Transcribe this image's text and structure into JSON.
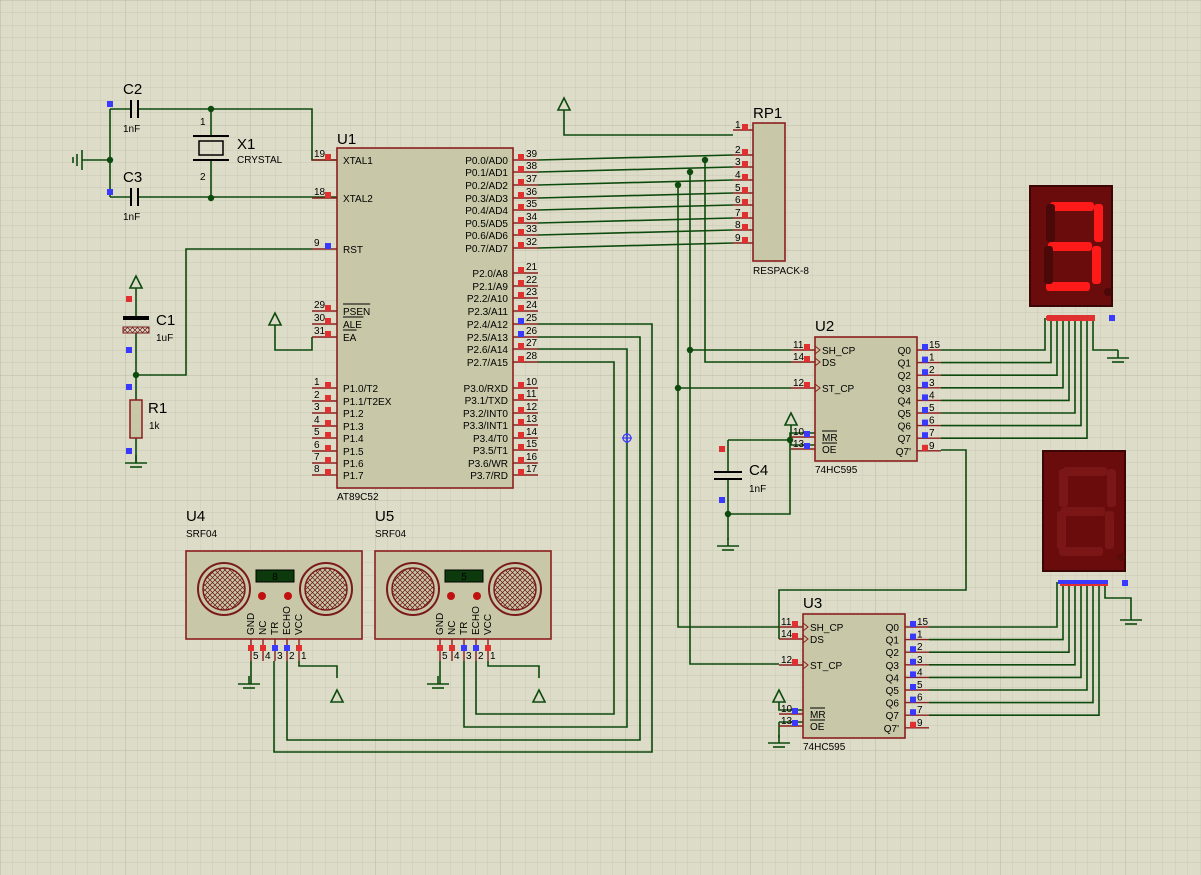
{
  "u1": {
    "ref": "U1",
    "part": "AT89C52",
    "left": [
      {
        "n": "19",
        "l": "XTAL1"
      },
      {
        "n": "18",
        "l": "XTAL2"
      },
      {
        "n": "9",
        "l": "RST"
      },
      {
        "n": "29",
        "l": "PSEN"
      },
      {
        "n": "30",
        "l": "ALE"
      },
      {
        "n": "31",
        "l": "EA"
      },
      {
        "n": "1",
        "l": "P1.0/T2"
      },
      {
        "n": "2",
        "l": "P1.1/T2EX"
      },
      {
        "n": "3",
        "l": "P1.2"
      },
      {
        "n": "4",
        "l": "P1.3"
      },
      {
        "n": "5",
        "l": "P1.4"
      },
      {
        "n": "6",
        "l": "P1.5"
      },
      {
        "n": "7",
        "l": "P1.6"
      },
      {
        "n": "8",
        "l": "P1.7"
      }
    ],
    "right": [
      {
        "n": "39",
        "l": "P0.0/AD0"
      },
      {
        "n": "38",
        "l": "P0.1/AD1"
      },
      {
        "n": "37",
        "l": "P0.2/AD2"
      },
      {
        "n": "36",
        "l": "P0.3/AD3"
      },
      {
        "n": "35",
        "l": "P0.4/AD4"
      },
      {
        "n": "34",
        "l": "P0.5/AD5"
      },
      {
        "n": "33",
        "l": "P0.6/AD6"
      },
      {
        "n": "32",
        "l": "P0.7/AD7"
      },
      {
        "n": "21",
        "l": "P2.0/A8"
      },
      {
        "n": "22",
        "l": "P2.1/A9"
      },
      {
        "n": "23",
        "l": "P2.2/A10"
      },
      {
        "n": "24",
        "l": "P2.3/A11"
      },
      {
        "n": "25",
        "l": "P2.4/A12"
      },
      {
        "n": "26",
        "l": "P2.5/A13"
      },
      {
        "n": "27",
        "l": "P2.6/A14"
      },
      {
        "n": "28",
        "l": "P2.7/A15"
      },
      {
        "n": "10",
        "l": "P3.0/RXD"
      },
      {
        "n": "11",
        "l": "P3.1/TXD"
      },
      {
        "n": "12",
        "l": "P3.2/INT0"
      },
      {
        "n": "13",
        "l": "P3.3/INT1"
      },
      {
        "n": "14",
        "l": "P3.4/T0"
      },
      {
        "n": "15",
        "l": "P3.5/T1"
      },
      {
        "n": "16",
        "l": "P3.6/WR"
      },
      {
        "n": "17",
        "l": "P3.7/RD"
      }
    ]
  },
  "x1": {
    "ref": "X1",
    "part": "CRYSTAL",
    "p1": "1",
    "p2": "2"
  },
  "c2": {
    "ref": "C2",
    "val": "1nF"
  },
  "c3": {
    "ref": "C3",
    "val": "1nF"
  },
  "c1": {
    "ref": "C1",
    "val": "1uF"
  },
  "r1": {
    "ref": "R1",
    "val": "1k"
  },
  "c4": {
    "ref": "C4",
    "val": "1nF"
  },
  "rp1": {
    "ref": "RP1",
    "part": "RESPACK-8",
    "pins": [
      "1",
      "2",
      "3",
      "4",
      "5",
      "6",
      "7",
      "8",
      "9"
    ]
  },
  "u2": {
    "ref": "U2",
    "part": "74HC595",
    "left": [
      {
        "n": "11",
        "l": "SH_CP"
      },
      {
        "n": "14",
        "l": "DS"
      },
      {
        "n": "12",
        "l": "ST_CP"
      },
      {
        "n": "10",
        "l": "MR"
      },
      {
        "n": "13",
        "l": "OE"
      }
    ],
    "right": [
      {
        "n": "15",
        "l": "Q0"
      },
      {
        "n": "1",
        "l": "Q1"
      },
      {
        "n": "2",
        "l": "Q2"
      },
      {
        "n": "3",
        "l": "Q3"
      },
      {
        "n": "4",
        "l": "Q4"
      },
      {
        "n": "5",
        "l": "Q5"
      },
      {
        "n": "6",
        "l": "Q6"
      },
      {
        "n": "7",
        "l": "Q7"
      },
      {
        "n": "9",
        "l": "Q7'"
      }
    ]
  },
  "u3": {
    "ref": "U3",
    "part": "74HC595",
    "left": [
      {
        "n": "11",
        "l": "SH_CP"
      },
      {
        "n": "14",
        "l": "DS"
      },
      {
        "n": "12",
        "l": "ST_CP"
      },
      {
        "n": "10",
        "l": "MR"
      },
      {
        "n": "13",
        "l": "OE"
      }
    ],
    "right": [
      {
        "n": "15",
        "l": "Q0"
      },
      {
        "n": "1",
        "l": "Q1"
      },
      {
        "n": "2",
        "l": "Q2"
      },
      {
        "n": "3",
        "l": "Q3"
      },
      {
        "n": "4",
        "l": "Q4"
      },
      {
        "n": "5",
        "l": "Q5"
      },
      {
        "n": "6",
        "l": "Q6"
      },
      {
        "n": "7",
        "l": "Q7"
      },
      {
        "n": "9",
        "l": "Q7'"
      }
    ]
  },
  "u4": {
    "ref": "U4",
    "part": "SRF04",
    "display": "8",
    "pins": [
      "GND",
      "NC",
      "TR",
      "ECHO",
      "VCC"
    ],
    "pinnums": [
      "5",
      "4",
      "3",
      "2",
      "1"
    ]
  },
  "u5": {
    "ref": "U5",
    "part": "SRF04",
    "display": "5",
    "pins": [
      "GND",
      "NC",
      "TR",
      "ECHO",
      "VCC"
    ],
    "pinnums": [
      "5",
      "4",
      "3",
      "2",
      "1"
    ]
  },
  "displays": [
    {
      "digit": "3",
      "state": "lit",
      "segment_color": "#ff1a1a"
    },
    {
      "digit": "8",
      "state": "dim",
      "segment_color": "#5a0d0d"
    }
  ]
}
